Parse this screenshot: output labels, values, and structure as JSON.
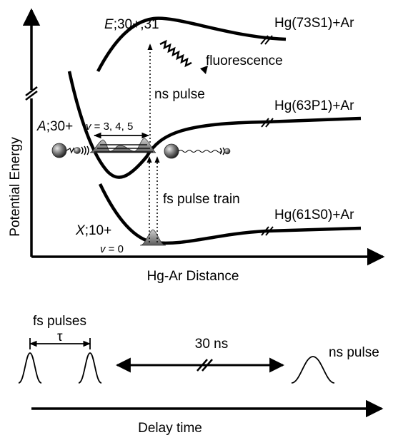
{
  "axes": {
    "y_label": "Potential Energy",
    "x_label": "Hg-Ar Distance"
  },
  "states": {
    "E": {
      "italic": "E",
      "text": ";30+,31"
    },
    "A": {
      "italic": "A",
      "text": ";30+"
    },
    "X": {
      "italic": "X",
      "text": ";10+"
    }
  },
  "asymptotes": {
    "upper": "Hg(73S1)+Ar",
    "middle": "Hg(63P1)+Ar",
    "lower": "Hg(61S0)+Ar"
  },
  "vib_levels": {
    "italic": "v",
    "text": " = 3, 4, 5"
  },
  "vib_ground": {
    "italic": "v",
    "text": " = 0"
  },
  "process_labels": {
    "fluorescence": "fluorescence",
    "ns_pulse": "ns pulse",
    "fs_pulse_train": "fs pulse train"
  },
  "timeline": {
    "fs_pulses": "fs pulses",
    "tau": "τ",
    "delay_30ns": "30 ns",
    "ns_pulse": "ns pulse",
    "delay_time": "Delay time"
  }
}
